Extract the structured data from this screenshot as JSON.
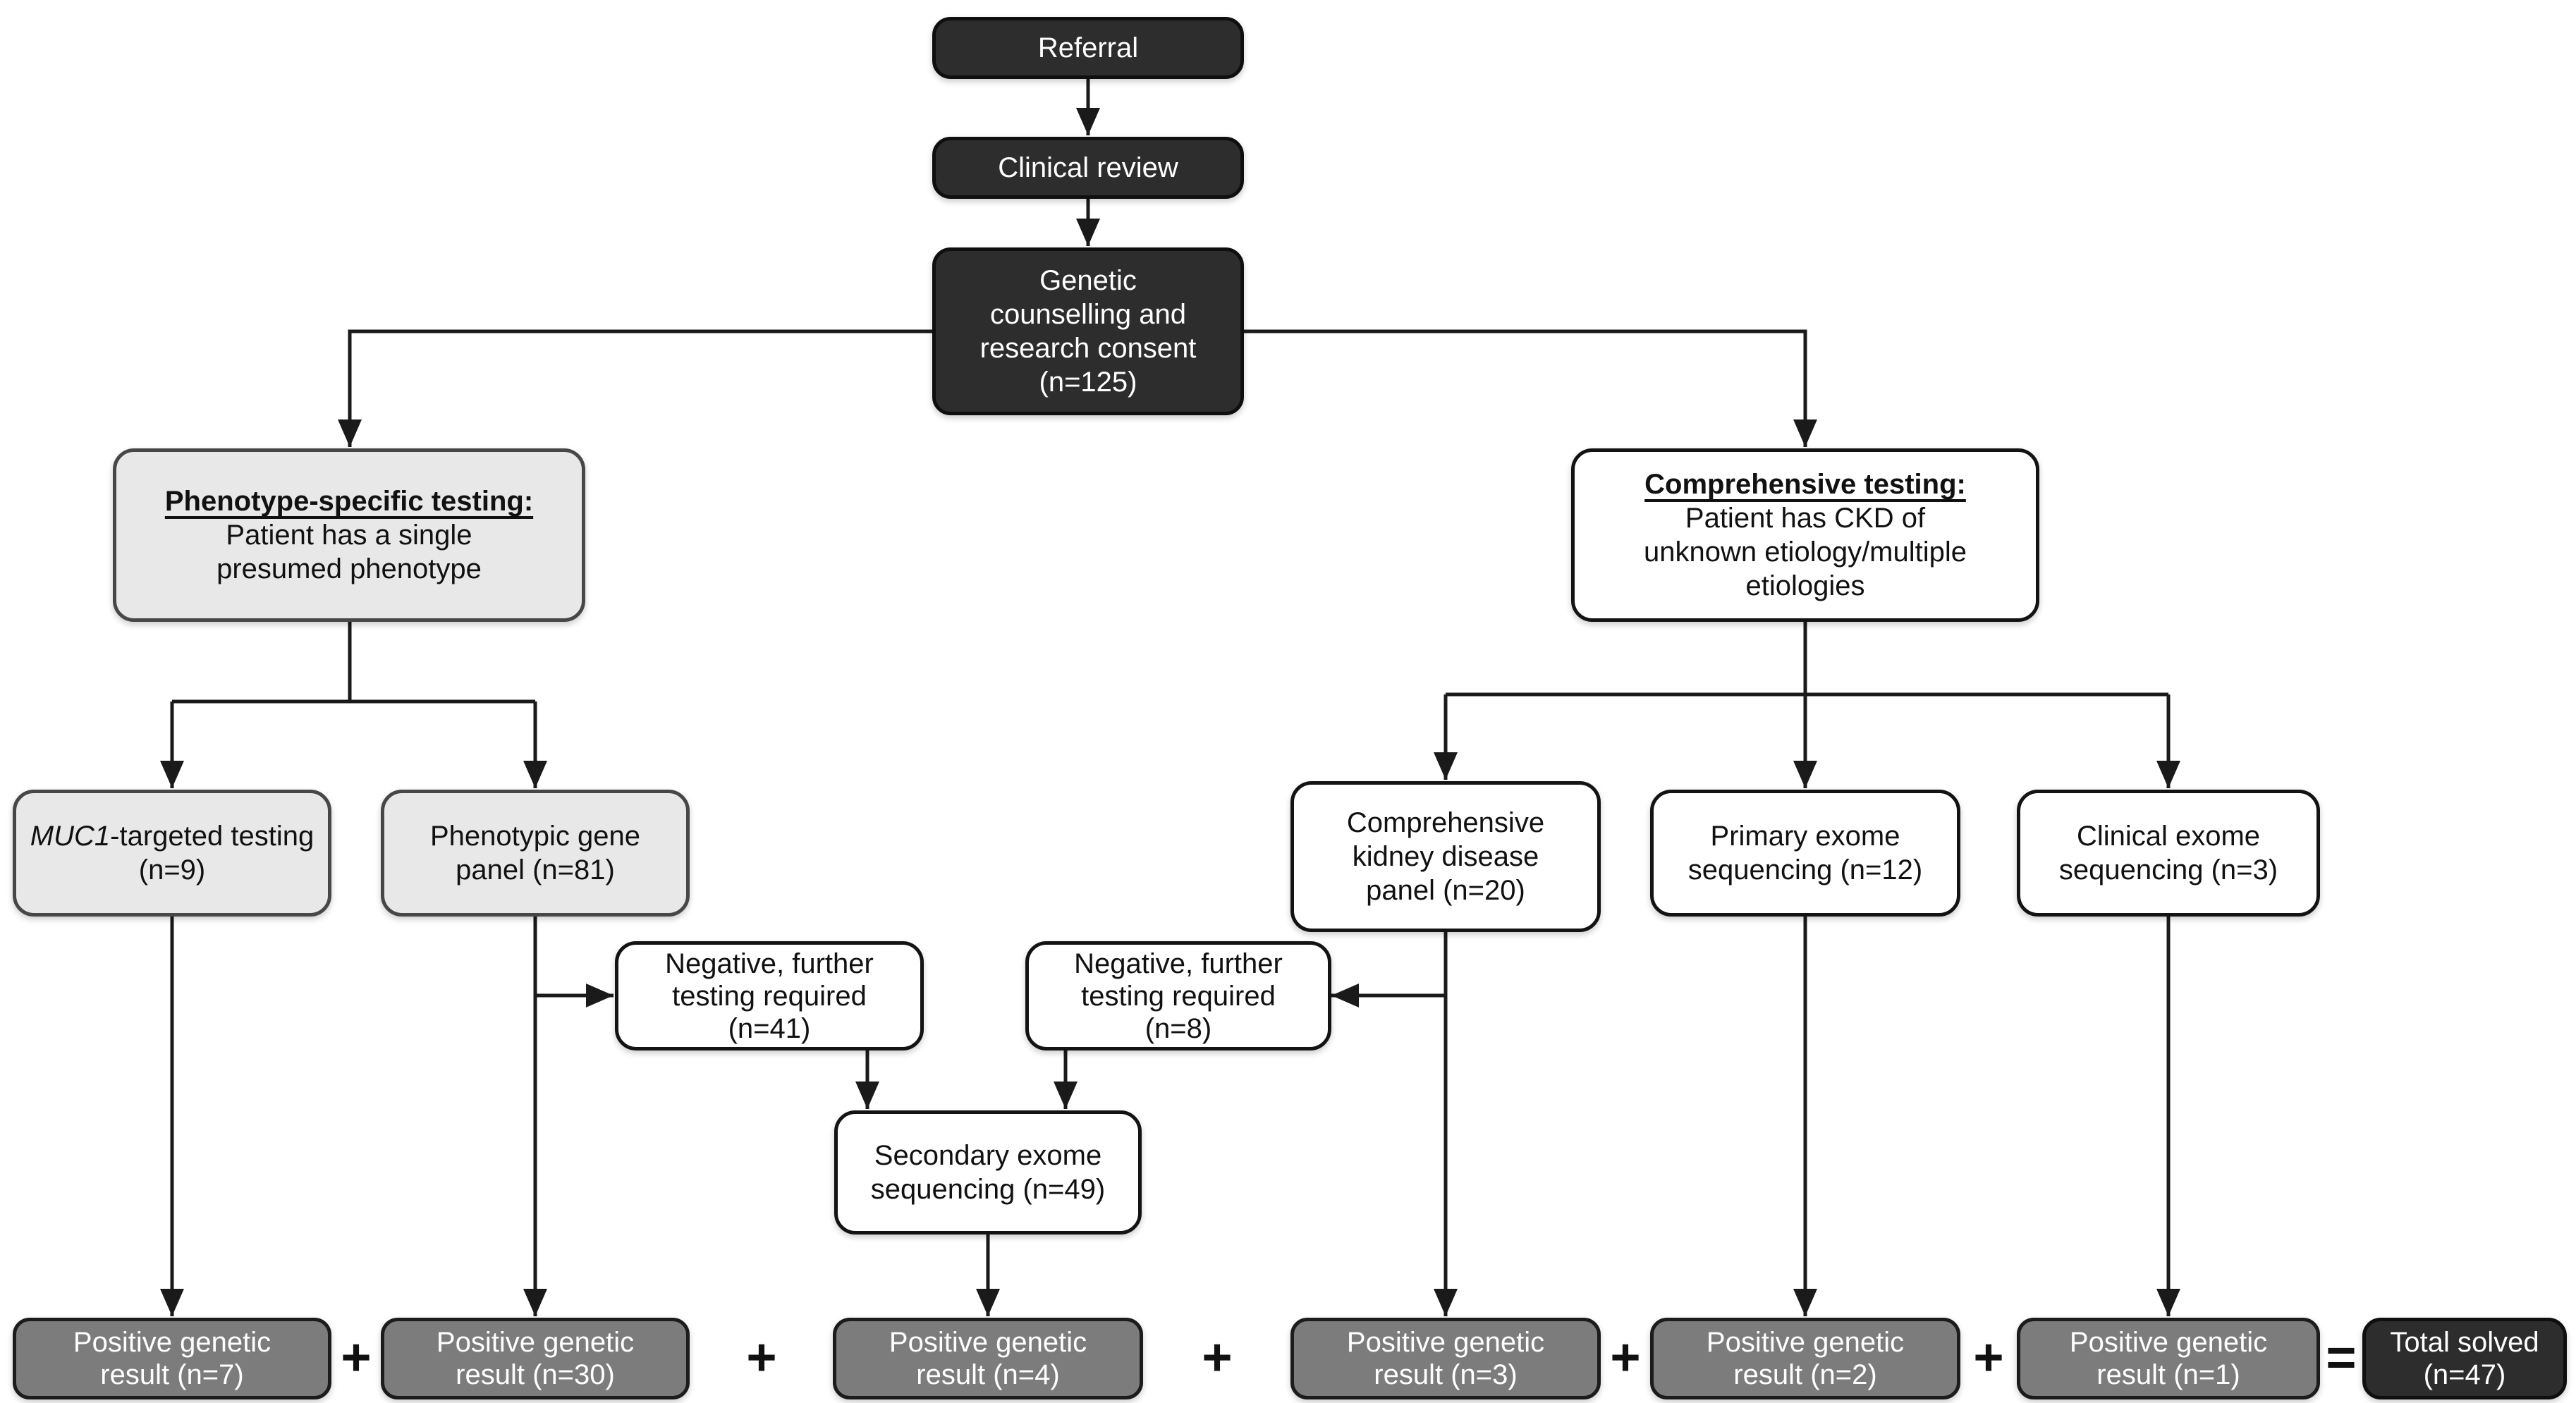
{
  "diagram": {
    "background": "#ffffff",
    "colors": {
      "dark_box": "#2d2d2d",
      "light_gray_box": "#e8e8e8",
      "white_box": "#ffffff",
      "mid_gray_box": "#7c7c7c",
      "line": "#1a1a1a",
      "text_dark": "#111111",
      "text_light": "#ffffff"
    },
    "operators": {
      "plus": "+",
      "equals": "="
    },
    "nodes": {
      "referral": {
        "label": "Referral"
      },
      "clinical_review": {
        "label": "Clinical review"
      },
      "genetic_counselling": {
        "label": "Genetic\ncounselling and\nresearch consent\n(n=125)"
      },
      "phenotype_specific": {
        "heading": "Phenotype-specific testing:",
        "body": "Patient has a single\npresumed phenotype"
      },
      "comprehensive": {
        "heading": "Comprehensive testing:",
        "body": "Patient has CKD of\nunknown etiology/multiple\netiologies"
      },
      "muc1": {
        "gene": "MUC1",
        "label_rest": "-targeted testing (n=9)"
      },
      "phenotypic_panel": {
        "label": "Phenotypic gene\npanel (n=81)"
      },
      "kidney_panel": {
        "label": "Comprehensive\nkidney disease\npanel (n=20)"
      },
      "primary_exome": {
        "label": "Primary exome\nsequencing (n=12)"
      },
      "clinical_exome": {
        "label": "Clinical exome\nsequencing (n=3)"
      },
      "negative_41": {
        "label": "Negative, further\ntesting required\n(n=41)"
      },
      "negative_8": {
        "label": "Negative, further\ntesting required\n(n=8)"
      },
      "secondary_exome": {
        "label": "Secondary exome\nsequencing (n=49)"
      },
      "positive_muc1": {
        "label": "Positive genetic\nresult (n=7)"
      },
      "positive_panel": {
        "label": "Positive genetic\nresult (n=30)"
      },
      "positive_secondary": {
        "label": "Positive genetic\nresult (n=4)"
      },
      "positive_kidney": {
        "label": "Positive genetic\nresult (n=3)"
      },
      "positive_primary": {
        "label": "Positive genetic\nresult (n=2)"
      },
      "positive_clinical": {
        "label": "Positive genetic\nresult (n=1)"
      },
      "total_solved": {
        "label": "Total solved\n(n=47)"
      }
    }
  }
}
